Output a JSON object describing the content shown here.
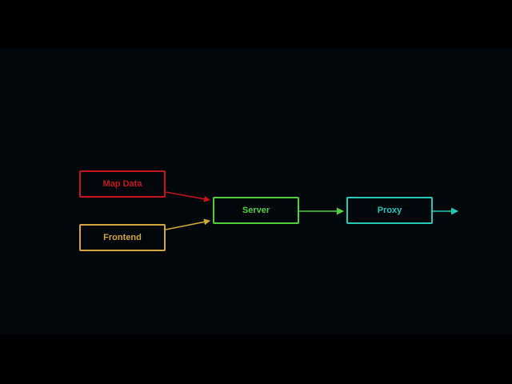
{
  "diagram": {
    "nodes": {
      "map_data": {
        "label": "Map Data",
        "color": "#c8141c"
      },
      "frontend": {
        "label": "Frontend",
        "color": "#d4a73a"
      },
      "server": {
        "label": "Server",
        "color": "#4fd13c"
      },
      "proxy": {
        "label": "Proxy",
        "color": "#25c9b8"
      }
    },
    "edges": [
      {
        "from": "Map Data",
        "to": "Server"
      },
      {
        "from": "Frontend",
        "to": "Server"
      },
      {
        "from": "Server",
        "to": "Proxy"
      },
      {
        "from": "Proxy",
        "to": ""
      }
    ]
  }
}
